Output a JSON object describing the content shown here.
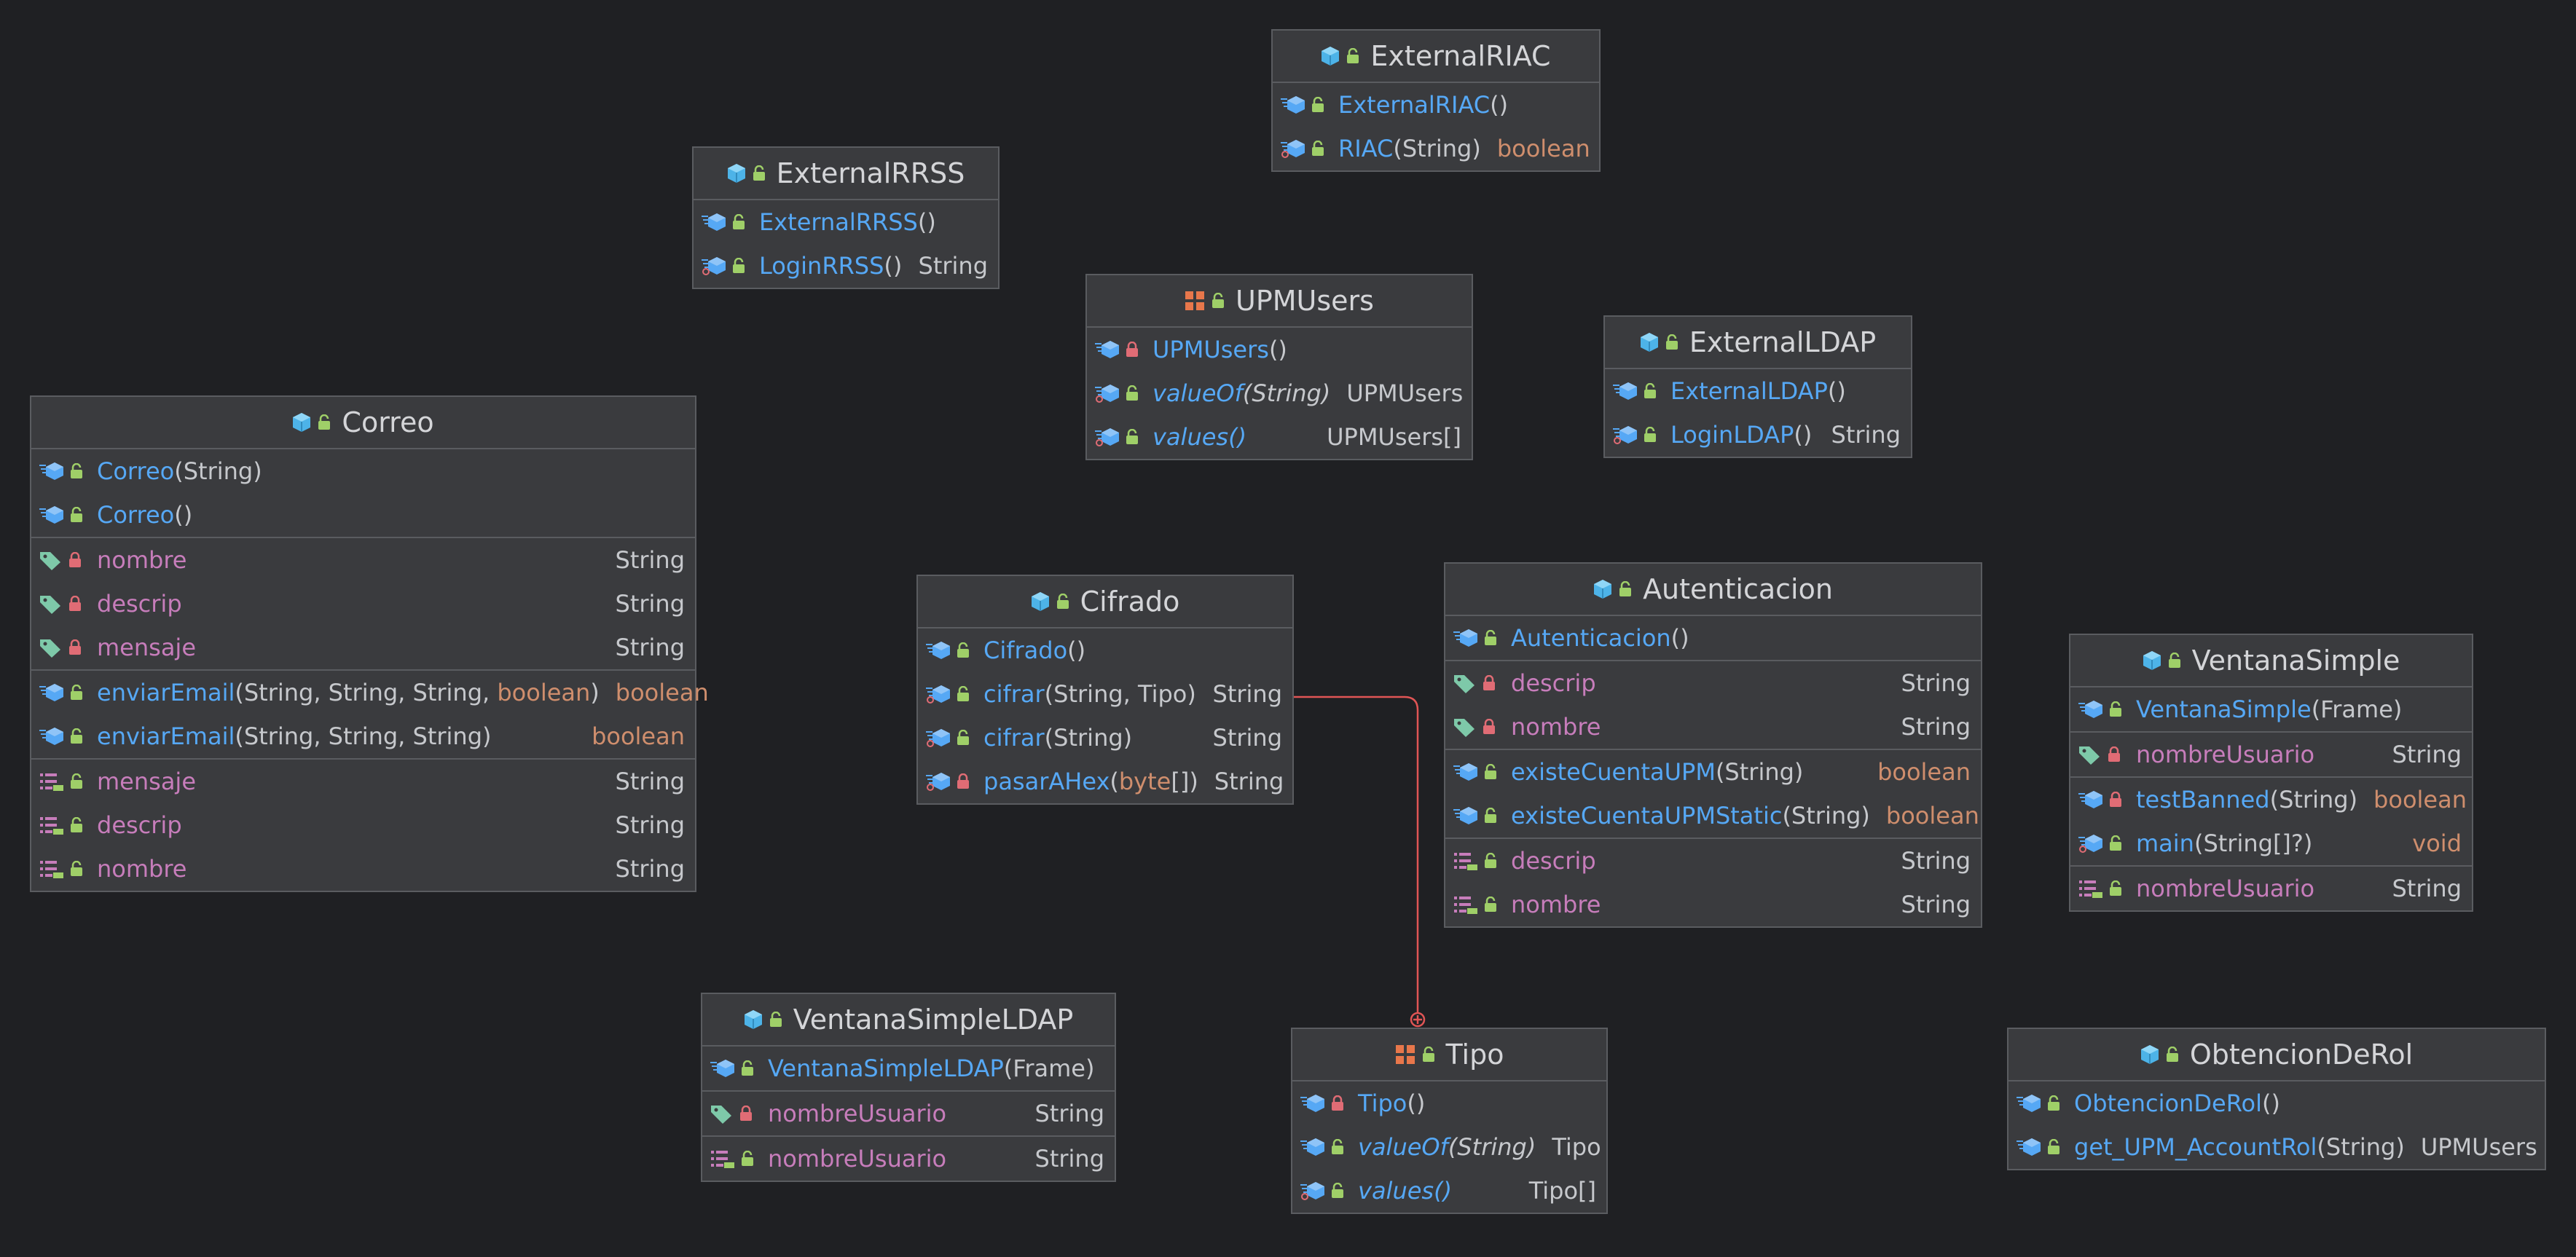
{
  "colors": {
    "background": "#1f2023",
    "box": "#3a3b3e",
    "border": "#5a5c60",
    "method": "#56a8f5",
    "field": "#c77dbb",
    "keyword": "#cf8e6d",
    "text": "#c6c8cc",
    "relation": "#e05555"
  },
  "classes": {
    "externalRIAC": {
      "title": "ExternalRIAC",
      "s0": [
        {
          "name": "ExternalRIAC",
          "args": "()",
          "type": ""
        },
        {
          "name": "RIAC",
          "args": "(String)",
          "type": "boolean"
        }
      ]
    },
    "externalRRSS": {
      "title": "ExternalRRSS",
      "s0": [
        {
          "name": "ExternalRRSS",
          "args": "()",
          "type": ""
        },
        {
          "name": "LoginRRSS",
          "args": "()",
          "type": "String"
        }
      ]
    },
    "upmUsers": {
      "title": "UPMUsers",
      "s0": [
        {
          "name": "UPMUsers",
          "args": "()",
          "type": ""
        },
        {
          "name": "valueOf",
          "args": "(String)",
          "type": "UPMUsers"
        },
        {
          "name": "values",
          "args": "()",
          "type": "UPMUsers[]"
        }
      ]
    },
    "externalLDAP": {
      "title": "ExternalLDAP",
      "s0": [
        {
          "name": "ExternalLDAP",
          "args": "()",
          "type": ""
        },
        {
          "name": "LoginLDAP",
          "args": "()",
          "type": "String"
        }
      ]
    },
    "correo": {
      "title": "Correo",
      "s0": [
        {
          "name": "Correo",
          "args": "(String)",
          "type": ""
        },
        {
          "name": "Correo",
          "args": "()",
          "type": ""
        }
      ],
      "s1": [
        {
          "name": "nombre",
          "type": "String"
        },
        {
          "name": "descrip",
          "type": "String"
        },
        {
          "name": "mensaje",
          "type": "String"
        }
      ],
      "s2": [
        {
          "name": "enviarEmail",
          "args_a": "(String, String, String, ",
          "args_kw": "boolean",
          "args_b": ")",
          "type": "boolean"
        },
        {
          "name": "enviarEmail",
          "args": "(String, String, String)",
          "type": "boolean"
        }
      ],
      "s3": [
        {
          "name": "mensaje",
          "type": "String"
        },
        {
          "name": "descrip",
          "type": "String"
        },
        {
          "name": "nombre",
          "type": "String"
        }
      ]
    },
    "cifrado": {
      "title": "Cifrado",
      "s0": [
        {
          "name": "Cifrado",
          "args": "()",
          "type": ""
        },
        {
          "name": "cifrar",
          "args": "(String, Tipo)",
          "type": "String"
        },
        {
          "name": "cifrar",
          "args": "(String)",
          "type": "String"
        },
        {
          "name": "pasarAHex",
          "args_a": "(",
          "args_kw": "byte",
          "args_b": "[])",
          "type": "String"
        }
      ]
    },
    "autenticacion": {
      "title": "Autenticacion",
      "s0": [
        {
          "name": "Autenticacion",
          "args": "()",
          "type": ""
        }
      ],
      "s1": [
        {
          "name": "descrip",
          "type": "String"
        },
        {
          "name": "nombre",
          "type": "String"
        }
      ],
      "s2": [
        {
          "name": "existeCuentaUPM",
          "args": "(String)",
          "type": "boolean"
        },
        {
          "name": "existeCuentaUPMStatic",
          "args": "(String)",
          "type": "boolean"
        }
      ],
      "s3": [
        {
          "name": "descrip",
          "type": "String"
        },
        {
          "name": "nombre",
          "type": "String"
        }
      ]
    },
    "ventanaSimple": {
      "title": "VentanaSimple",
      "s0": [
        {
          "name": "VentanaSimple",
          "args": "(Frame)",
          "type": ""
        }
      ],
      "s1": [
        {
          "name": "nombreUsuario",
          "type": "String"
        }
      ],
      "s2": [
        {
          "name": "testBanned",
          "args": "(String)",
          "type": "boolean"
        },
        {
          "name": "main",
          "args": "(String[]?)",
          "type": "void"
        }
      ],
      "s3": [
        {
          "name": "nombreUsuario",
          "type": "String"
        }
      ]
    },
    "ventanaSimpleLDAP": {
      "title": "VentanaSimpleLDAP",
      "s0": [
        {
          "name": "VentanaSimpleLDAP",
          "args": "(Frame)",
          "type": ""
        }
      ],
      "s1": [
        {
          "name": "nombreUsuario",
          "type": "String"
        }
      ],
      "s2": [
        {
          "name": "nombreUsuario",
          "type": "String"
        }
      ]
    },
    "tipo": {
      "title": "Tipo",
      "s0": [
        {
          "name": "Tipo",
          "args": "()",
          "type": ""
        },
        {
          "name": "valueOf",
          "args": "(String)",
          "type": "Tipo"
        },
        {
          "name": "values",
          "args": "()",
          "type": "Tipo[]"
        }
      ]
    },
    "obtencionDeRol": {
      "title": "ObtencionDeRol",
      "s0": [
        {
          "name": "ObtencionDeRol",
          "args": "()",
          "type": ""
        },
        {
          "name": "get_UPM_AccountRol",
          "args": "(String)",
          "type": "UPMUsers"
        }
      ]
    }
  }
}
